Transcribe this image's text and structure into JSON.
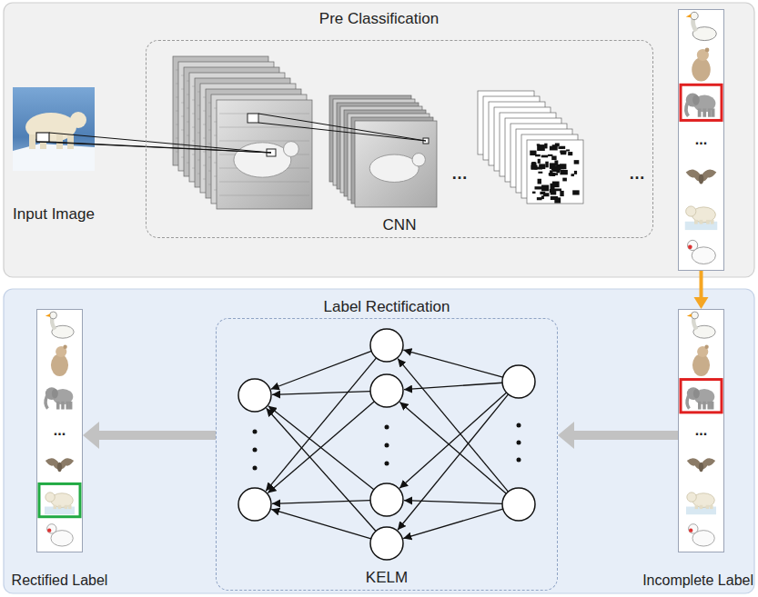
{
  "diagram": {
    "nodes": [
      {
        "text": [
          "Pre Classification"
        ]
      },
      {
        "text": [
          "Input Image"
        ],
        "in": 0
      },
      {
        "text": [
          "CNN"
        ],
        "in": 0
      },
      {
        "text": [
          "..."
        ],
        "in": 0
      },
      {
        "text": [
          "Label Rectification",
          "KELM"
        ]
      },
      {
        "text": [
          "...",
          "Incomplete Label"
        ]
      },
      {
        "text": [
          "...",
          "Rectified Label"
        ]
      }
    ],
    "edges": [
      {
        "from": 3,
        "to": 5,
        "arrow": "to"
      },
      {
        "from": 5,
        "to": 4,
        "arrow": "to"
      },
      {
        "from": 4,
        "to": 6,
        "arrow": "to"
      }
    ],
    "labels": [
      "…",
      "…"
    ]
  }
}
